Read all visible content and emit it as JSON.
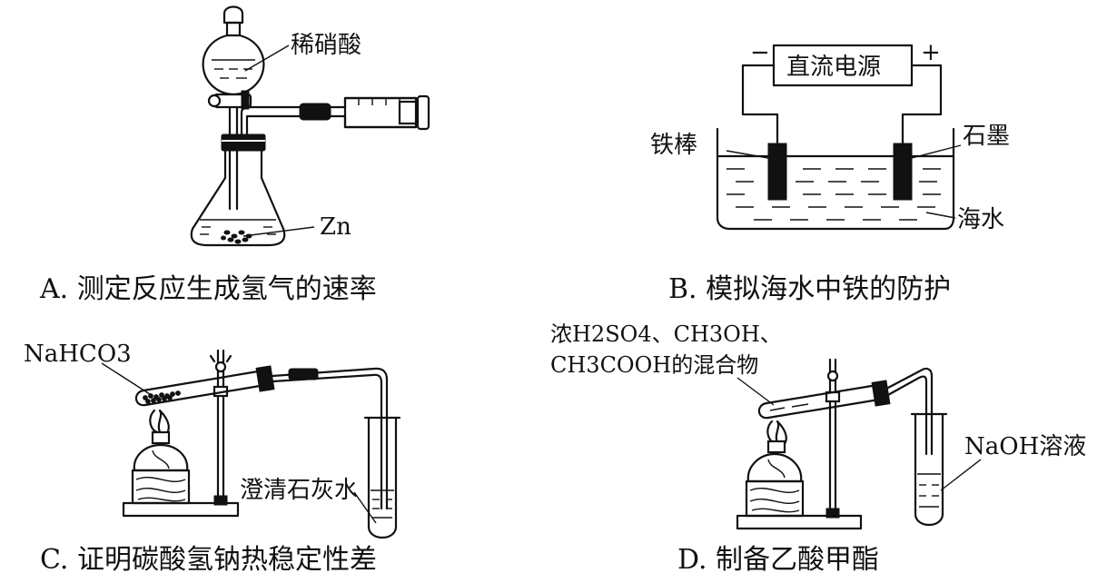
{
  "panels": {
    "A": {
      "caption": "A. 测定反应生成氢气的速率",
      "label_acid": "稀硝酸",
      "label_metal": "Zn"
    },
    "B": {
      "caption": "B. 模拟海水中铁的防护",
      "power_label": "直流电源",
      "minus": "−",
      "plus": "+",
      "label_iron": "铁棒",
      "label_graphite": "石墨",
      "label_water": "海水"
    },
    "C": {
      "caption": "C. 证明碳酸氢钠热稳定性差",
      "label_solid": "NaHCO3",
      "label_solution": "澄清石灰水"
    },
    "D": {
      "caption": "D. 制备乙酸甲酯",
      "label_mix_line1": "浓H2SO4、CH3OH、",
      "label_mix_line2": "CH3COOH的混合物",
      "label_base": "NaOH溶液"
    }
  }
}
